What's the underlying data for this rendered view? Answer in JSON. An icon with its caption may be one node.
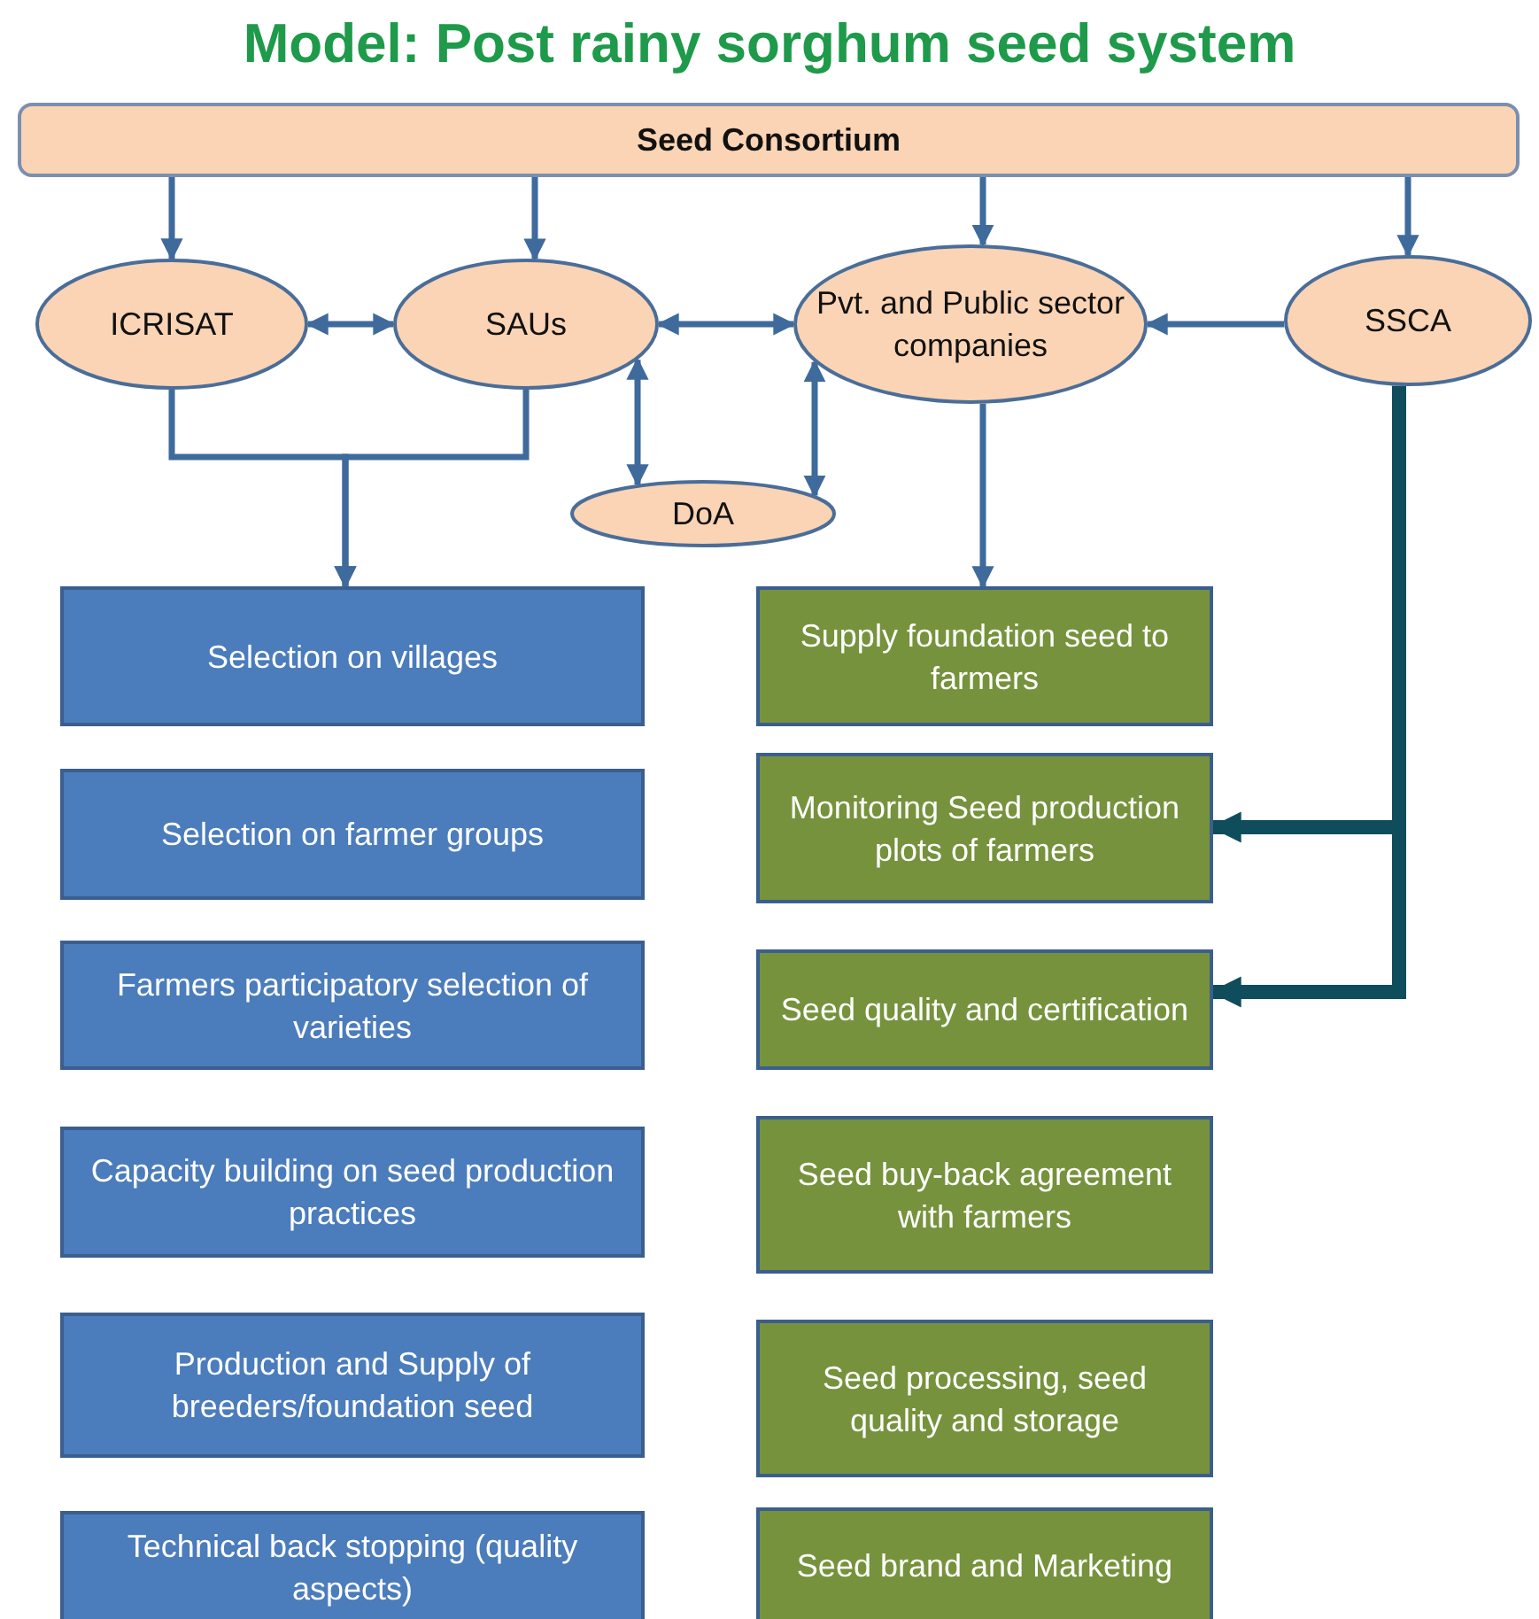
{
  "diagram": {
    "title": "Model: Post rainy sorghum seed system",
    "nodes": [
      {
        "text": [
          "Seed Consortium"
        ]
      },
      {
        "text": [
          "ICRISAT"
        ]
      },
      {
        "text": [
          "SAUs"
        ]
      },
      {
        "text": [
          "Pvt. and Public sector companies"
        ]
      },
      {
        "text": [
          "SSCA"
        ]
      },
      {
        "text": [
          "DoA"
        ]
      },
      {
        "text": [
          "Selection on villages"
        ]
      },
      {
        "text": [
          "Supply foundation seed to farmers"
        ]
      },
      {
        "text": [
          "Selection on farmer groups"
        ]
      },
      {
        "text": [
          "Monitoring Seed production plots of farmers"
        ]
      },
      {
        "text": [
          "Farmers participatory selection of varieties"
        ]
      },
      {
        "text": [
          "Seed quality and certification"
        ]
      },
      {
        "text": [
          "Capacity building on seed production practices"
        ]
      },
      {
        "text": [
          "Seed buy-back agreement with farmers"
        ]
      },
      {
        "text": [
          "Production and Supply of breeders/foundation seed"
        ]
      },
      {
        "text": [
          "Seed processing, seed quality and storage"
        ]
      },
      {
        "text": [
          "Technical back stopping (quality aspects)"
        ]
      },
      {
        "text": [
          "Seed brand and Marketing"
        ]
      }
    ],
    "edges": [
      {
        "from": 0,
        "to": 1,
        "arrow": "to"
      },
      {
        "from": 0,
        "to": 2,
        "arrow": "to"
      },
      {
        "from": 0,
        "to": 3,
        "arrow": "to"
      },
      {
        "from": 0,
        "to": 4,
        "arrow": "to"
      },
      {
        "from": 1,
        "to": 2,
        "arrow": "both"
      },
      {
        "from": 2,
        "to": 3,
        "arrow": "both"
      },
      {
        "from": 4,
        "to": 3,
        "arrow": "to"
      },
      {
        "from": 2,
        "to": 5,
        "arrow": "both"
      },
      {
        "from": 3,
        "to": 5,
        "arrow": "both"
      },
      {
        "from": 1,
        "to": 6,
        "arrow": "to"
      },
      {
        "from": 2,
        "to": 6,
        "arrow": "to"
      },
      {
        "from": 3,
        "to": 7,
        "arrow": "to"
      },
      {
        "from": 4,
        "to": 9,
        "arrow": "to",
        "style": "thick",
        "color": "#0f4c5c"
      },
      {
        "from": 4,
        "to": 11,
        "arrow": "to",
        "style": "thick",
        "color": "#0f4c5c"
      }
    ]
  }
}
